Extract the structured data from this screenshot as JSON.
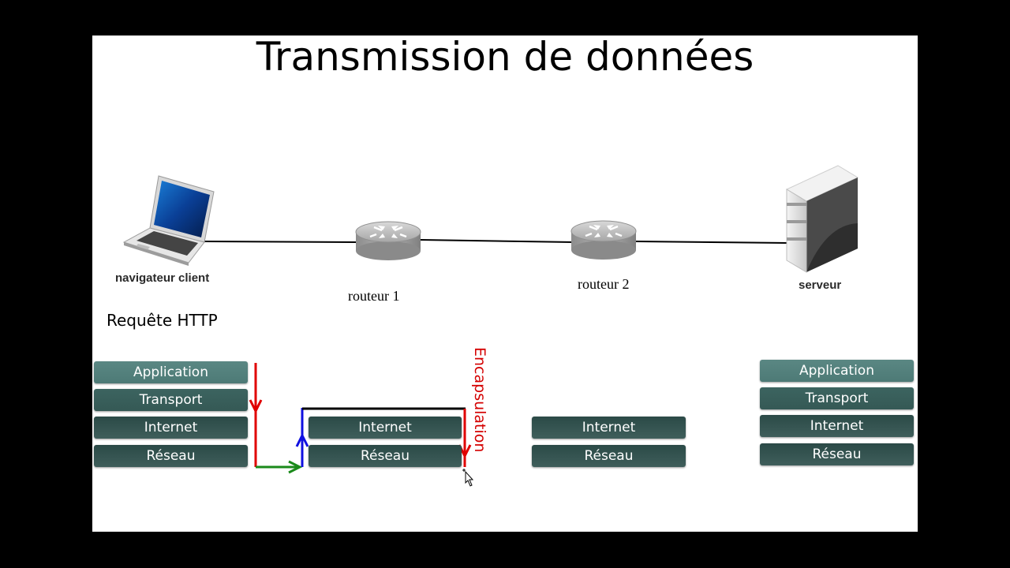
{
  "title": "Transmission de données",
  "devices": {
    "client_label": "navigateur client",
    "router1_label": "routeur 1",
    "router2_label": "routeur 2",
    "server_label": "serveur"
  },
  "request_label": "Requête HTTP",
  "encapsulation_label": "Encapsulation",
  "stacks": {
    "client": [
      "Application",
      "Transport",
      "Internet",
      "Réseau"
    ],
    "router1": [
      "Internet",
      "Réseau"
    ],
    "router2": [
      "Internet",
      "Réseau"
    ],
    "server": [
      "Application",
      "Transport",
      "Internet",
      "Réseau"
    ]
  },
  "colors": {
    "arrow_down": "#e00000",
    "arrow_right": "#1a8a1a",
    "arrow_up": "#1010e0",
    "encapsulation_text": "#d40000"
  }
}
